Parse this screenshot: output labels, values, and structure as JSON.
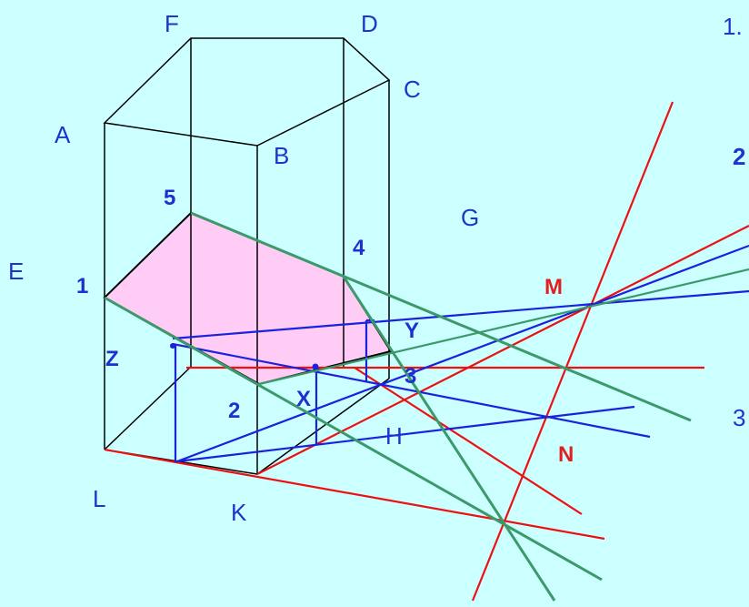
{
  "vertex_labels": {
    "F": "F",
    "D": "D",
    "C": "C",
    "A": "A",
    "B": "B",
    "G": "G",
    "E": "E",
    "H": "H",
    "L": "L",
    "K": "K"
  },
  "point_labels": {
    "p1": "1",
    "p2": "2",
    "p3": "3",
    "p4": "4",
    "p5": "5",
    "Z": "Z",
    "X": "X",
    "Y": "Y"
  },
  "intersection_labels": {
    "M": "M",
    "N": "N"
  },
  "side_text": {
    "step1": "1.",
    "step2": "2",
    "step3": "3"
  },
  "colors": {
    "background": "#ccffff",
    "section_fill": "#ffccf5",
    "red_lines": "#ee1111",
    "blue_lines": "#1a22dd",
    "green_lines": "#3c9a6a"
  }
}
